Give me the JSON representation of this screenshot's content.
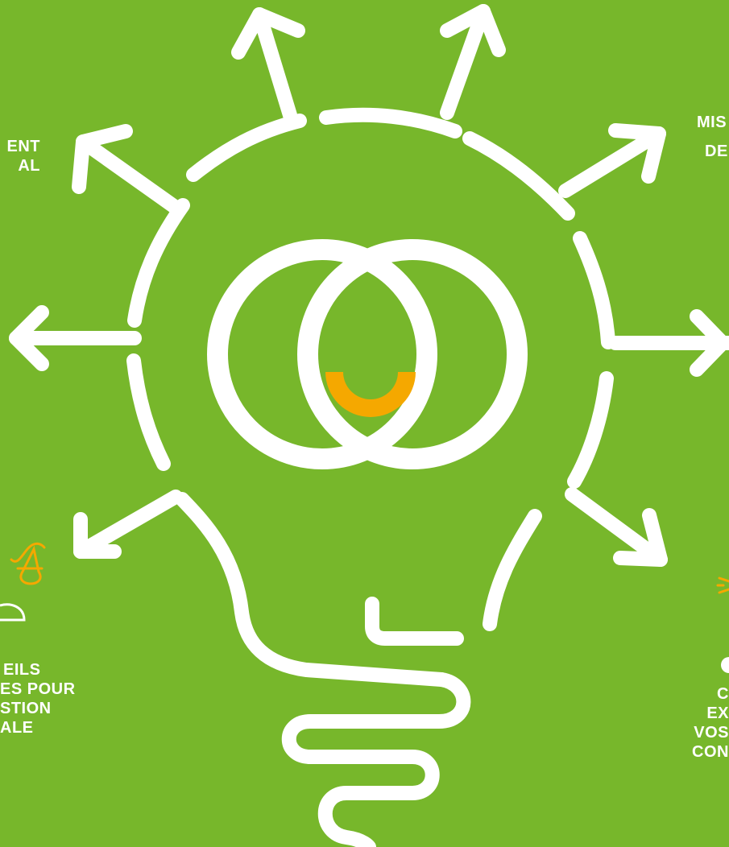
{
  "colors": {
    "background": "#77b72b",
    "lines": "#ffffff",
    "accent": "#f5a800"
  },
  "labels": {
    "top_left": [
      "ENT",
      "AL"
    ],
    "top_right": [
      "MIS",
      "",
      "DE"
    ],
    "bottom_left": [
      "EILS",
      "ES POUR",
      "STION",
      "ALE"
    ],
    "bottom_right": [
      "C",
      "EX",
      "VOS",
      "CON"
    ]
  },
  "icons": {
    "scale": "scale-icon",
    "sun": "sun-icon",
    "logo": "interlocking-rings-logo-icon",
    "smile": "smile-arc-icon"
  }
}
